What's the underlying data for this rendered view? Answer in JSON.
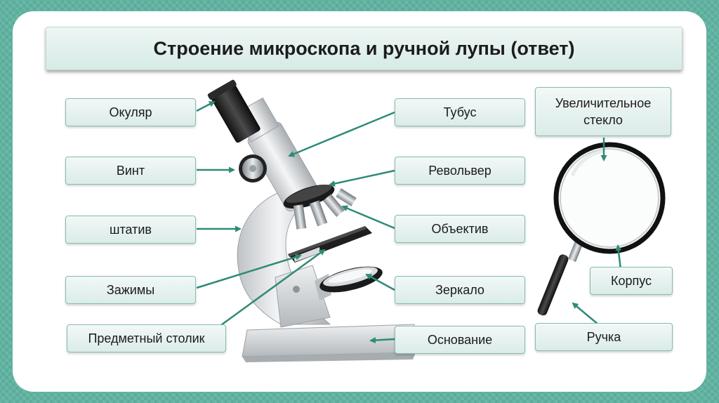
{
  "title": "Строение микроскопа и ручной лупы (ответ)",
  "colors": {
    "frame": "#5fb3a0",
    "label_border": "#86bcb1",
    "arrow": "#2f8a77"
  },
  "microscope_labels": {
    "eyepiece": "Окуляр",
    "screw": "Винт",
    "stand": "штатив",
    "clamps": "Зажимы",
    "stage": "Предметный столик",
    "tube": "Тубус",
    "revolver": "Револьвер",
    "objective": "Объектив",
    "mirror": "Зеркало",
    "base": "Основание"
  },
  "magnifier_labels": {
    "glass_line1": "Увеличительное",
    "glass_line2": "стекло",
    "body": "Корпус",
    "handle": "Ручка"
  }
}
